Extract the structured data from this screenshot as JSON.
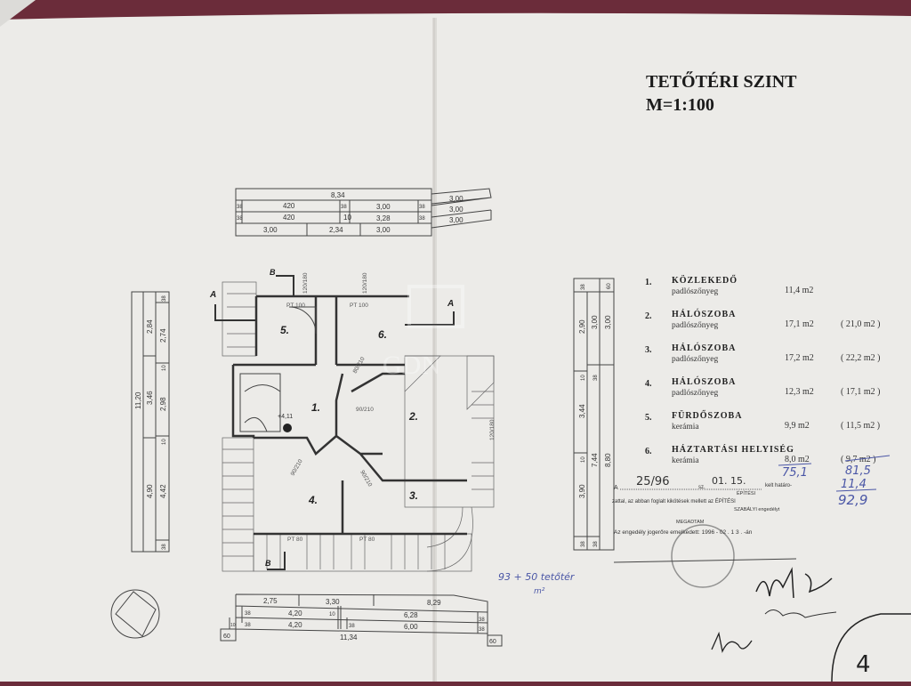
{
  "header": {
    "title": "TETŐTÉRI SZINT",
    "scale": "M=1:100"
  },
  "legend": [
    {
      "num": "1.",
      "name": "KÖZLEKEDŐ",
      "floor": "padlószőnyeg",
      "area": "11,4 m2",
      "total": ""
    },
    {
      "num": "2.",
      "name": "HÁLÓSZOBA",
      "floor": "padlószőnyeg",
      "area": "17,1 m2",
      "total": "( 21,0 m2 )"
    },
    {
      "num": "3.",
      "name": "HÁLÓSZOBA",
      "floor": "padlószőnyeg",
      "area": "17,2 m2",
      "total": "( 22,2 m2 )"
    },
    {
      "num": "4.",
      "name": "HÁLÓSZOBA",
      "floor": "padlószőnyeg",
      "area": "12,3 m2",
      "total": "( 17,1 m2 )"
    },
    {
      "num": "5.",
      "name": "FÜRDŐSZOBA",
      "floor": "kerámia",
      "area": "9,9 m2",
      "total": "( 11,5 m2 )"
    },
    {
      "num": "6.",
      "name": "HÁZTARTÁSI HELYISÉG",
      "floor": "kerámia",
      "area": "8,0 m2",
      "total": "( 9,7 m2 )"
    }
  ],
  "handwritten": {
    "sum_left": "75,1",
    "sum_right_1": "81,5",
    "sum_right_2": "11,4",
    "sum_right_total": "92,9",
    "note_line1": "93 + 50 tetőtér",
    "note_line2": "m²",
    "permit_no": "25/96",
    "permit_date": "01. 15.",
    "page_no": "4"
  },
  "stamp": {
    "line1_prefix": "A",
    "line1_mid": "sz.",
    "line1_suffix": "kelt határo-",
    "line2": "ÉPÍTÉSI",
    "line3": "zattal, az abban foglalt kikötések mellett az ÉPÍTÉSI",
    "line4": "SZABÁLYI engedélyt",
    "line5": "MEGADTAM",
    "line6": "Az engedély jogerőre emelkedett: 1996 - 02 . 1 3 . -án"
  },
  "plan": {
    "rooms": [
      "1.",
      "2.",
      "3.",
      "4.",
      "5.",
      "6."
    ],
    "section_marks": [
      "A",
      "A",
      "B",
      "B"
    ],
    "level": "+4,11",
    "door_labels": [
      "PT 100",
      "PT 100",
      "PT 80",
      "PT 80"
    ],
    "openings": [
      "90/210",
      "90/210",
      "90/210",
      "80/210",
      "120/180",
      "120/180",
      "120/180"
    ],
    "watermark": "GDN"
  },
  "dimensions": {
    "top": {
      "overall": "8,34",
      "row1": [
        "38",
        "420",
        "38",
        "3,00",
        "38"
      ],
      "row2": [
        "38",
        "420",
        "10",
        "3,28",
        "38"
      ],
      "row3": [
        "3,00",
        "2,34",
        "3,00"
      ],
      "ext": [
        "3,00",
        "3,00",
        "3,00"
      ]
    },
    "left": {
      "overall": "11,20",
      "col1": [
        "2,84",
        "3,46",
        "4,90"
      ],
      "col2": [
        "38",
        "2,74",
        "10",
        "2,98",
        "10",
        "4,42",
        "38"
      ]
    },
    "right": {
      "col1": [
        "38",
        "2,90",
        "10",
        "3,44",
        "10",
        "3,90",
        "38"
      ],
      "col2": [
        "3,00",
        "38",
        "7,44",
        "38"
      ],
      "col3": [
        "60",
        "3,00",
        "8,80"
      ]
    },
    "bottom": {
      "row1": [
        "2,75",
        "3,30",
        "8,29"
      ],
      "row2": [
        "38",
        "4,20",
        "10",
        "6,28",
        "38"
      ],
      "row3": [
        "10",
        "38",
        "4,20",
        "38",
        "6,00",
        "38"
      ],
      "overall": "11,34",
      "ends": [
        "60",
        "60"
      ]
    }
  }
}
